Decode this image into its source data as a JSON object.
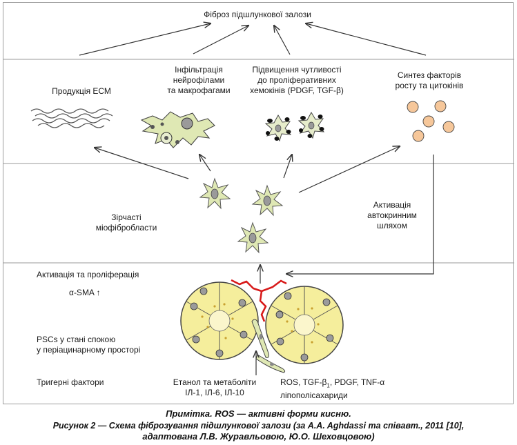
{
  "top_title": "Фіброз підшлункової залози",
  "effects": {
    "ecm": "Продукція ЕСМ",
    "infiltration": [
      "Інфільтрація",
      "нейрофілами",
      "та макрофагами"
    ],
    "chemokines": [
      "Підвищення чутливості",
      "до проліферативних",
      "хемокінів (PDGF, TGF-β)"
    ],
    "synthesis": [
      "Синтез факторів",
      "росту та цитокінів"
    ]
  },
  "middle": {
    "stellate": [
      "Зірчасті",
      "міофібробласти"
    ],
    "autocrine": [
      "Активація",
      "автокринним",
      "шляхом"
    ]
  },
  "lower": {
    "activation": "Активація та проліферація",
    "sma": "α-SMA ↑",
    "resting": [
      "PSCs у стані спокою",
      "у періацинарному просторі"
    ],
    "triggers": "Тригерні фактори",
    "ethanol": [
      "Етанол та метаболіти",
      "ІЛ-1, ІЛ-6, ІЛ-10"
    ],
    "ros_line": "ROS, TGF-β, PDGF, TNF-α",
    "ros_sub": "1",
    "lps": "ліпополісахариди"
  },
  "caption": {
    "note": "Примітка. ROS — активні форми кисню.",
    "line1": "Рисунок 2 — Схема фіброзування підшлункової залози (за A.A. Aghdassi та співавт., 2011 [10],",
    "line2": "адаптована Л.В. Журавльовою, Ю.О. Шеховцовою)"
  },
  "colors": {
    "cell_fill": "#dfe8b4",
    "acinus_fill": "#f5ee9c",
    "factor_fill": "#f6c79a",
    "red_line": "#d81a1a"
  }
}
